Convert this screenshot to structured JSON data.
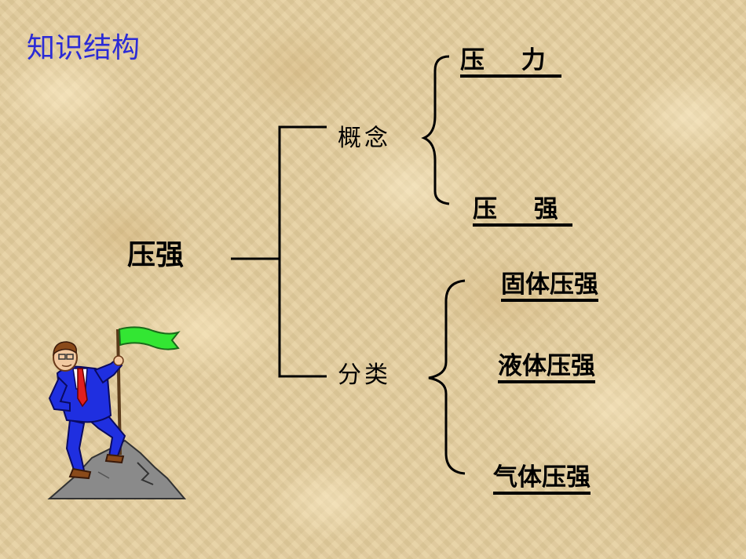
{
  "title": "知识结构",
  "root": "压强",
  "branches": [
    {
      "label": "概念",
      "children": [
        "压 力",
        "压 强"
      ]
    },
    {
      "label": "分类",
      "children": [
        "固体压强",
        "液体压强",
        "气体压强"
      ]
    }
  ],
  "colors": {
    "title": "#2b2bd6",
    "flag": "#33e633",
    "suit": "#1f2fe0",
    "tie": "#e01f1f",
    "rock": "#8a8a8a"
  },
  "icons": [
    "businessman-flag-icon"
  ]
}
